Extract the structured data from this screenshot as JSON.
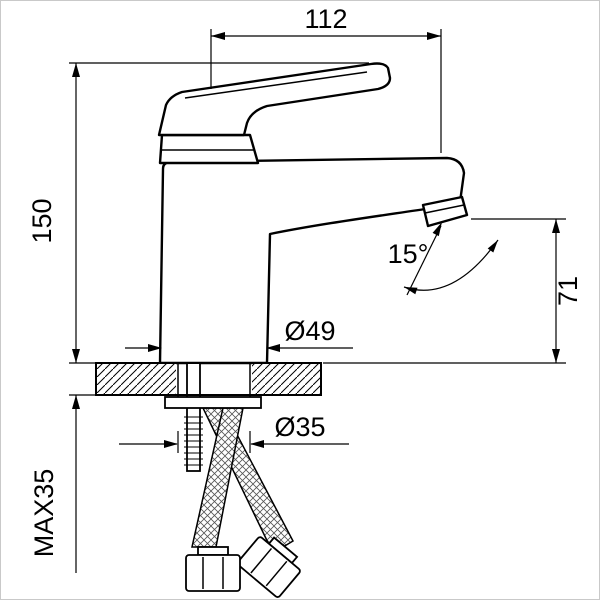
{
  "drawing": {
    "background": "#ffffff",
    "line_color": "#000000",
    "labels": {
      "width_112": "112",
      "height_150": "150",
      "height_71": "71",
      "angle_15": "15°",
      "diameter_49": "Ø49",
      "diameter_35": "Ø35",
      "max_thickness": "MAX35"
    }
  }
}
